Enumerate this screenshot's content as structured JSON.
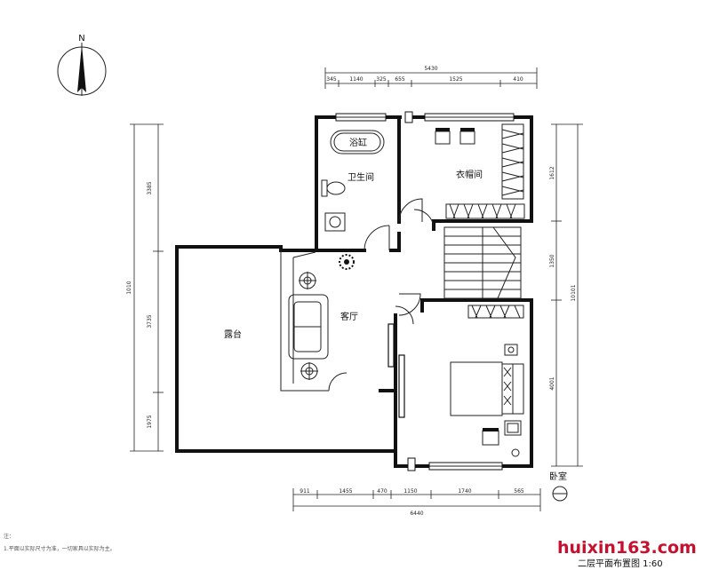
{
  "north_label": "N",
  "rooms": {
    "bath": "卫生间",
    "tub": "浴缸",
    "closet": "衣帽间",
    "living": "客厅",
    "terrace": "露台",
    "bedroom": "卧室"
  },
  "dims": {
    "top_total": "5430",
    "top_segs": [
      "345",
      "1140",
      "325",
      "655",
      "1525",
      "410"
    ],
    "bottom_total": "6440",
    "bottom_segs": [
      "911",
      "1455",
      "470",
      "1150",
      "1740",
      "565"
    ],
    "left_segs": [
      "3385",
      "3735",
      "1975"
    ],
    "left_total": "1010",
    "right_segs": [
      "1612",
      "1350",
      "4001"
    ],
    "right_total": "10101"
  },
  "footer": {
    "title": "二层平面布置图 1:60",
    "note_lines": [
      "注：",
      "1.平面以实际尺寸为准，一切家具以实际为主。"
    ]
  },
  "watermark": "huixin163.com"
}
